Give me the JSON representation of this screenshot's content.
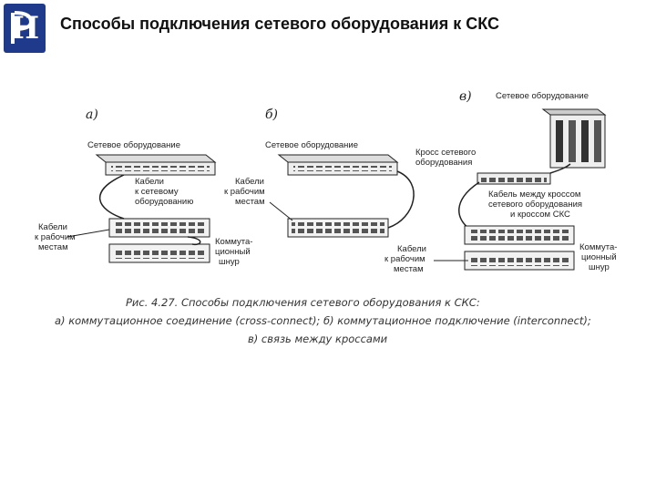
{
  "header": {
    "title": "Способы подключения сетевого оборудования к СКС",
    "logo_color": "#1f3a8a"
  },
  "figure": {
    "panel_a": {
      "letter": "а)",
      "equipment": "Сетевое оборудование",
      "cables_to_equipment": [
        "Кабели",
        "к сетевому",
        "оборудованию"
      ],
      "cables_to_workplaces": [
        "Кабели",
        "к рабочим",
        "местам"
      ],
      "patch_cord": [
        "Коммута-",
        "ционный",
        "шнур"
      ]
    },
    "panel_b": {
      "letter": "б)",
      "equipment": "Сетевое оборудование",
      "cables_to_workplaces": [
        "Кабели",
        "к рабочим",
        "местам"
      ]
    },
    "panel_c": {
      "letter": "в)",
      "equipment": "Сетевое оборудование",
      "cross_connect": [
        "Кросс сетевого",
        "оборудования"
      ],
      "cable_between": [
        "Кабель между кроссом",
        "сетевого оборудования",
        "и кроссом СКС"
      ],
      "cables_to_workplaces": [
        "Кабели",
        "к рабочим",
        "местам"
      ],
      "patch_cord": [
        "Коммута-",
        "ционный",
        "шнур"
      ]
    }
  },
  "caption": {
    "line1": "Рис. 4.27. Способы подключения сетевого оборудования к СКС:",
    "line2": "а) коммутационное соединение (cross-connect); б) коммутационное подключение (interconnect);",
    "line3": "в) связь между кроссами"
  }
}
